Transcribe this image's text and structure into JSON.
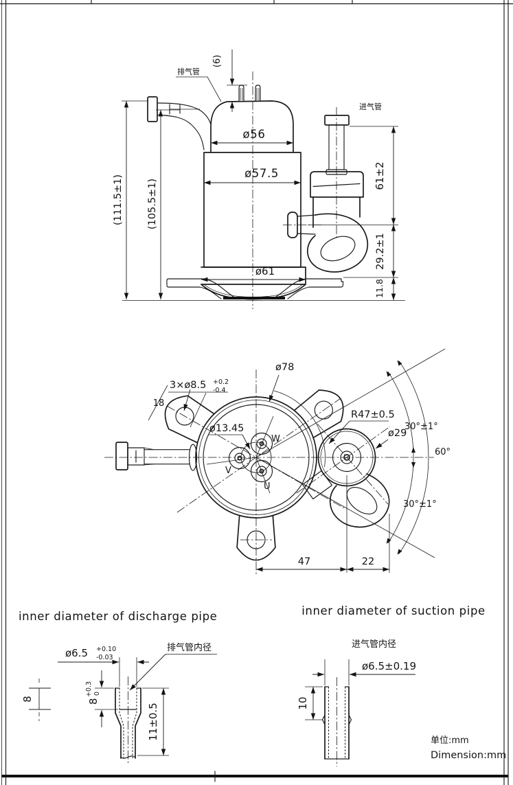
{
  "drawing": {
    "side_view": {
      "discharge_pipe_label": "排气管",
      "suction_pipe_label": "进气管",
      "dim_pin_height": "(6)",
      "dim_cap_diameter": "ø56",
      "dim_shell_diameter": "ø57.5",
      "dim_base_diameter": "ø61",
      "dim_overall_height": "(111.5±1)",
      "dim_shell_height": "(105.5±1)",
      "dim_suction_pipe_height": "61±2",
      "dim_stub_height": "29.2±1",
      "dim_base_height": "11.8"
    },
    "plan_view": {
      "dim_mount_holes": "3×ø8.5",
      "dim_mount_holes_tol_upper": "+0.2",
      "dim_mount_holes_tol_lower": "-0.4",
      "dim_ear_width": "18",
      "dim_cap_circle": "ø78",
      "dim_terminal_circle": "ø13.45",
      "terminal_w": "W",
      "terminal_v": "V",
      "terminal_u": "U",
      "dim_mount_radius": "R47±0.5",
      "dim_accumulator_diameter": "ø29",
      "angle_upper": "30°±1°",
      "angle_total": "60°",
      "angle_lower": "30°±1°",
      "dim_center_to_acc": "47",
      "dim_acc_to_pipe": "22"
    },
    "discharge_detail": {
      "title": "inner diameter of discharge pipe",
      "pipe_label": "排气管内径",
      "dim_inner_diameter": "ø6.5",
      "tol_upper": "+0.10",
      "tol_lower": "-0.03",
      "dim_ref_depth": "8",
      "dim_socket_depth": "8",
      "socket_tol_upper": "+0.3",
      "socket_tol_lower": "0",
      "dim_length": "11±0.5"
    },
    "suction_detail": {
      "title": "inner diameter of suction pipe",
      "pipe_label": "进气管内径",
      "dim_inner_diameter": "ø6.5±0.19",
      "dim_depth": "10"
    },
    "footer": {
      "unit_cn": "单位:mm",
      "unit_en": "Dimension:mm"
    }
  }
}
